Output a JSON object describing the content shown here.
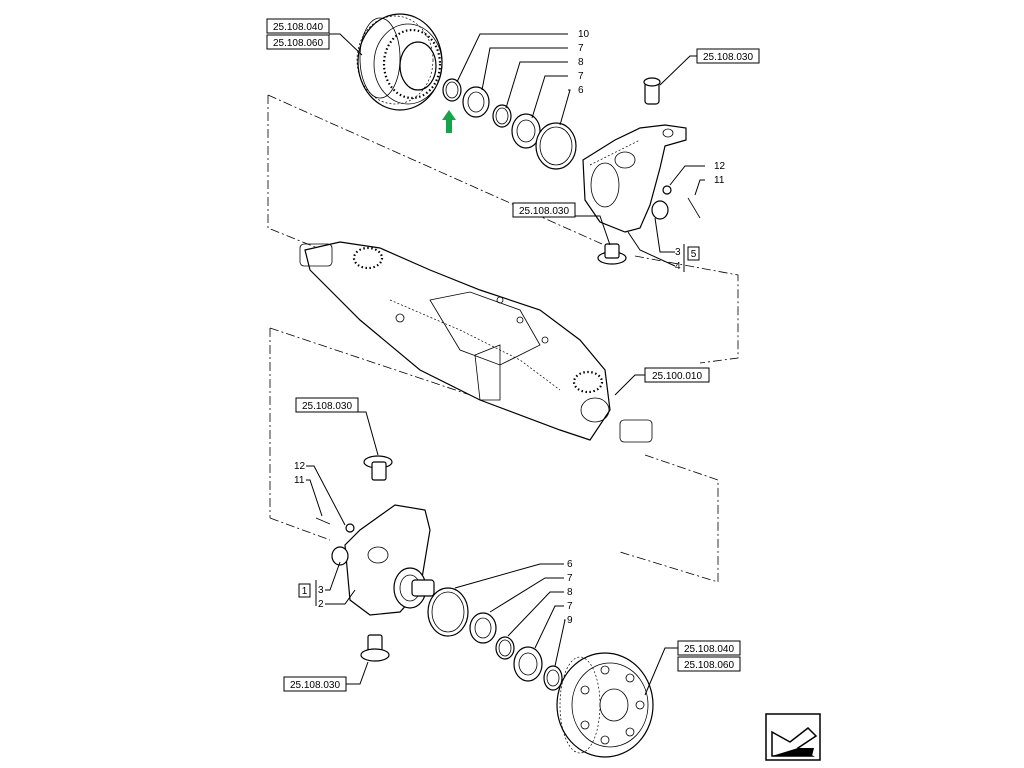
{
  "callouts": {
    "top_left_a": "25.108.040",
    "top_left_b": "25.108.060",
    "top_right_pivot": "25.108.030",
    "top_lower_pivot": "25.108.030",
    "axle_shaft": "25.100.010",
    "left_upper_pivot": "25.108.030",
    "left_lower_pivot": "25.108.030",
    "bottom_right_a": "25.108.040",
    "bottom_right_b": "25.108.060"
  },
  "item_numbers": {
    "upper": {
      "n10": "10",
      "n7a": "7",
      "n8": "8",
      "n7b": "7",
      "n6": "6",
      "n12": "12",
      "n11": "11",
      "n3": "3",
      "n4": "4",
      "n5": "5"
    },
    "lower": {
      "n12": "12",
      "n11": "11",
      "n1": "1",
      "n3": "3",
      "n2": "2",
      "n6": "6",
      "n7a": "7",
      "n8": "8",
      "n7b": "7",
      "n9": "9"
    }
  },
  "colors": {
    "arrow": "#16a34a",
    "line": "#000000"
  },
  "icons": {
    "indicator": "green-up-arrow",
    "nav": "next-page-arrow-icon"
  }
}
